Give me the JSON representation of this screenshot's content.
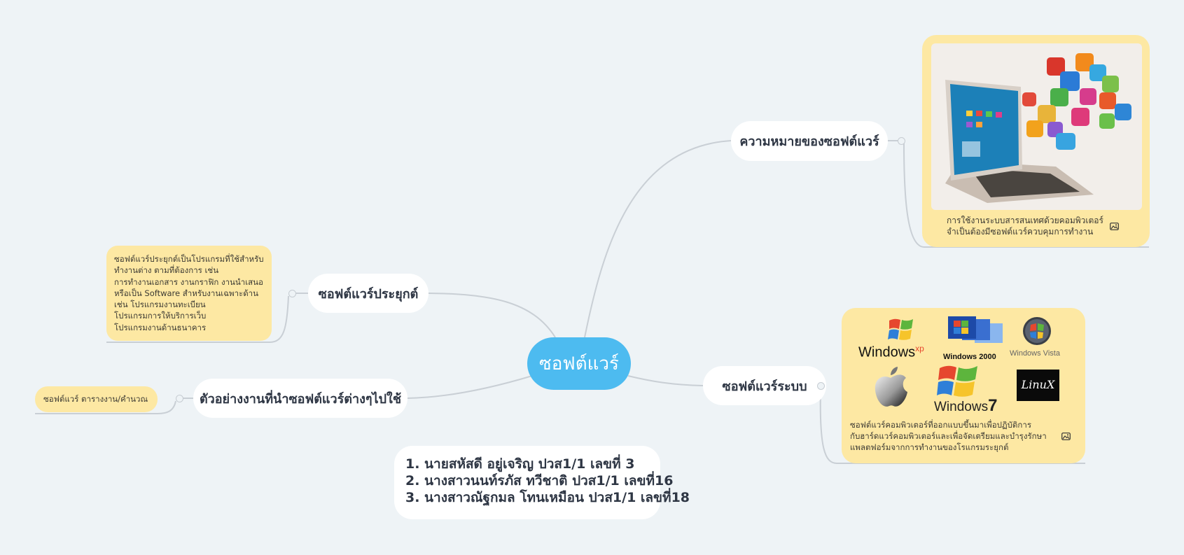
{
  "central": "ซอฟต์แวร์",
  "branches": {
    "meaning": {
      "title": "ความหมายของซอฟต์แวร์",
      "caption": [
        "การใช้งานระบบสารสนเทศด้วยคอมพิวเตอร์",
        "จำเป็นต้องมีซอฟต์แวร์ควบคุมการทำงาน"
      ],
      "image_icon": "image-icon"
    },
    "application": {
      "title": "ซอฟต์แวร์ประยุกต์",
      "note": [
        "ซอฟต์แวร์ประยุกต์เป็นโปรแกรมที่ใช้สำหรับ",
        "ทำงานต่าง ตามที่ต้องการ เช่น",
        "การทำงานเอกสาร งานกราฟิก งานนำเสนอ",
        "หรือเป็น Software สำหรับงานเฉพาะด้าน",
        "เช่น โปรแกรมงานทะเบียน",
        "โปรแกรมการให้บริการเว็บ",
        "โปรแกรมงานด้านธนาคาร"
      ]
    },
    "examples": {
      "title": "ตัวอย่างงานที่นำซอฟต์แวร์ต่างๆไปใช้",
      "note": "ซอฟต์แวร์ ตารางงาน/คำนวณ"
    },
    "system": {
      "title": "ซอฟต์แวร์ระบบ",
      "caption": [
        "ซอฟต์แวร์คอมพิวเตอร์ที่ออกแบบขึ้นมาเพื่อปฏิบัติการ",
        "กับฮาร์ดแวร์คอมพิวเตอร์และเพื่อจัดเตรียมและบำรุงรักษา",
        "แพลตฟอร์มจากการทำงานของโรแกรมระยุกต์"
      ],
      "image_icon": "image-icon",
      "logos": {
        "xp": "Windows",
        "xp_suffix": "xp",
        "w2000": "Windows 2000",
        "vista": "Windows Vista",
        "w7": "Windows",
        "w7_num": "7",
        "linux": "LinuX"
      }
    }
  },
  "members": [
    "1. นายสหัสดี อยู่เจริญ ปวส1/1 เลขที่ 3",
    "2. นางสาวนนท์รภัส ทวีชาติ ปวส1/1 เลขที่16",
    "3. นางสาวณัฐกมล โทนเหมือน ปวส1/1 เลขที่18"
  ],
  "colors": {
    "background": "#eef3f6",
    "central": "#4dbbf0",
    "note": "#fde8a3",
    "connector": "#c6ccd2"
  }
}
